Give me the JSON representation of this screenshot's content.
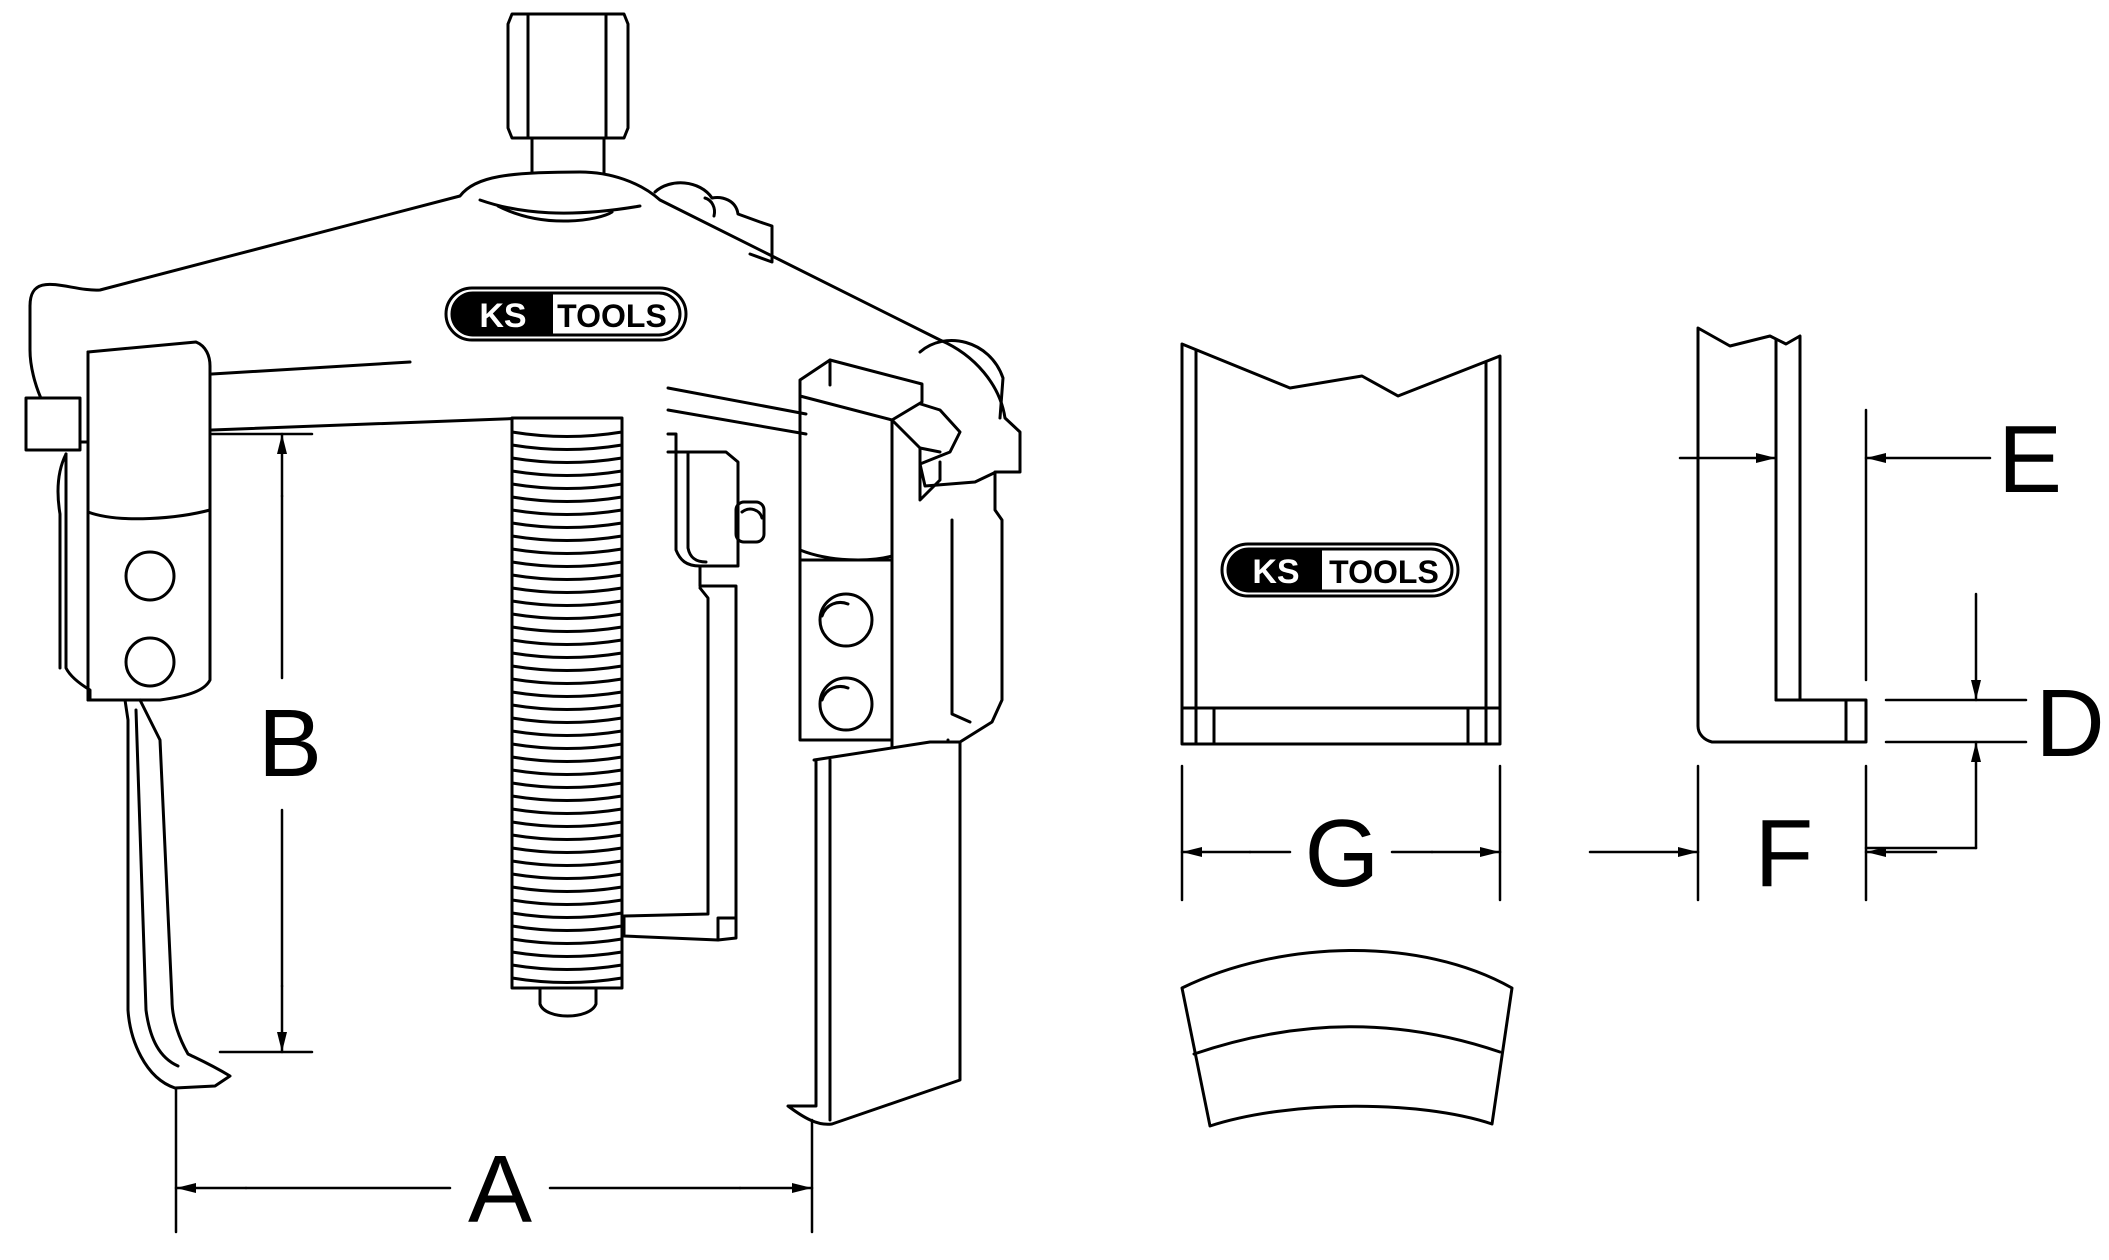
{
  "brand": {
    "logo_prefix": "KS",
    "logo_suffix": "TOOLS"
  },
  "dimensions": {
    "A": "A",
    "B": "B",
    "D": "D",
    "E": "E",
    "F": "F",
    "G": "G"
  }
}
